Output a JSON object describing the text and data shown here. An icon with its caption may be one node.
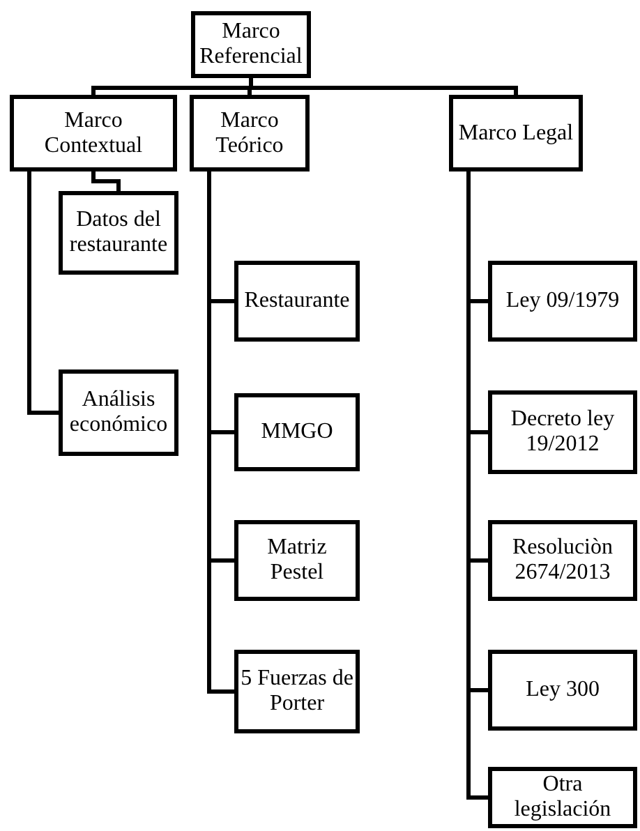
{
  "diagram": {
    "nodes": [
      {
        "text": [
          "Marco Referencial"
        ]
      },
      {
        "text": [
          "Marco Contextual"
        ]
      },
      {
        "text": [
          "Datos del restaurante"
        ]
      },
      {
        "text": [
          "Análisis económico"
        ]
      },
      {
        "text": [
          "Marco Teórico"
        ]
      },
      {
        "text": [
          "Restaurante"
        ]
      },
      {
        "text": [
          "MMGO"
        ]
      },
      {
        "text": [
          "Matriz Pestel"
        ]
      },
      {
        "text": [
          "5 Fuerzas de Porter"
        ]
      },
      {
        "text": [
          "Marco Legal"
        ]
      },
      {
        "text": [
          "Ley 09/1979"
        ]
      },
      {
        "text": [
          "Decreto ley 19/2012"
        ]
      },
      {
        "text": [
          "Resoluciòn 2674/2013"
        ]
      },
      {
        "text": [
          "Ley 300"
        ]
      },
      {
        "text": [
          "Otra legislación"
        ]
      }
    ],
    "edges": [
      {
        "from": 0,
        "to": 1,
        "arrow": "none"
      },
      {
        "from": 0,
        "to": 4,
        "arrow": "none"
      },
      {
        "from": 0,
        "to": 9,
        "arrow": "none"
      },
      {
        "from": 1,
        "to": 2,
        "arrow": "none"
      },
      {
        "from": 1,
        "to": 3,
        "arrow": "none"
      },
      {
        "from": 4,
        "to": 5,
        "arrow": "none"
      },
      {
        "from": 4,
        "to": 6,
        "arrow": "none"
      },
      {
        "from": 4,
        "to": 7,
        "arrow": "none"
      },
      {
        "from": 4,
        "to": 8,
        "arrow": "none"
      },
      {
        "from": 9,
        "to": 10,
        "arrow": "none"
      },
      {
        "from": 9,
        "to": 11,
        "arrow": "none"
      },
      {
        "from": 9,
        "to": 12,
        "arrow": "none"
      },
      {
        "from": 9,
        "to": 13,
        "arrow": "none"
      },
      {
        "from": 9,
        "to": 14,
        "arrow": "none"
      }
    ]
  }
}
